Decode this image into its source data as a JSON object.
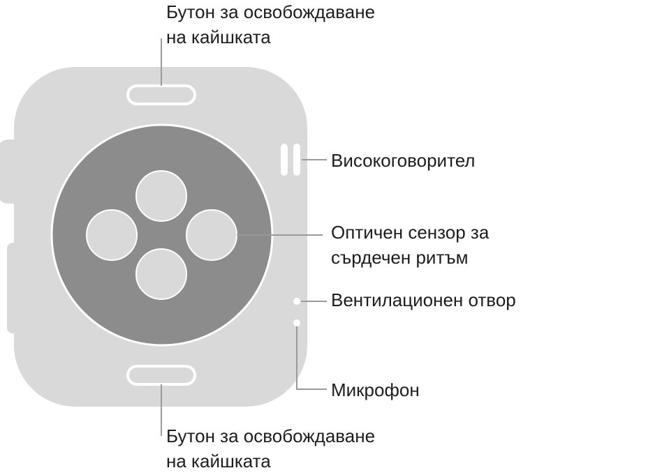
{
  "colors": {
    "case": "#d9d9d9",
    "case_outline": "#ffffff",
    "sensor_ring": "#8c8c8c",
    "sensor_lens": "#d9d9d9",
    "leader_line": "#9a9a9a",
    "label_text": "#1d1d1f"
  },
  "labels": {
    "band_release_top": {
      "line1": "Бутон за освобождаване",
      "line2": "на кайшката"
    },
    "speaker": "Високоговорител",
    "heart_rate_sensor": {
      "line1": "Оптичен сензор за",
      "line2": "сърдечен ритъм"
    },
    "air_vent": "Вентилационен отвор",
    "microphone": "Микрофон",
    "band_release_bottom": {
      "line1": "Бутон за освобождаване",
      "line2": "на кайшката"
    }
  }
}
